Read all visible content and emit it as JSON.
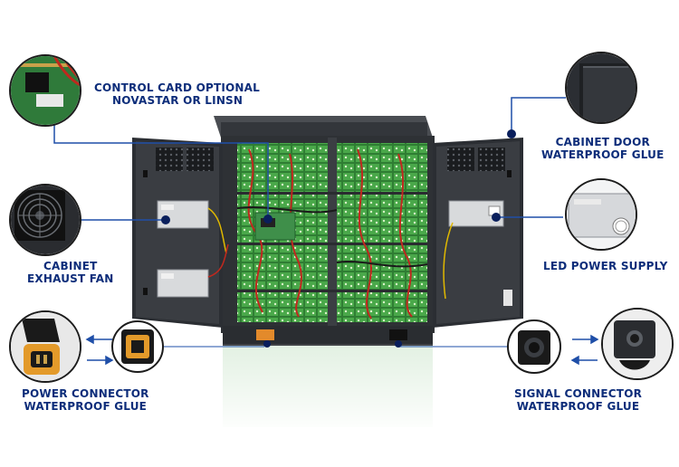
{
  "labels": {
    "control_card": {
      "line1": "CONTROL CARD OPTIONAL",
      "line2": "NOVASTAR OR LINSN"
    },
    "cabinet_door": {
      "line1": "CABINET DOOR",
      "line2": "WATERPROOF GLUE"
    },
    "exhaust_fan": {
      "line1": "CABINET",
      "line2": "EXHAUST FAN"
    },
    "led_power_supply": {
      "line1": "LED POWER SUPPLY"
    },
    "power_connector": {
      "line1": "POWER CONNECTOR",
      "line2": "WATERPROOF GLUE"
    },
    "signal_connector": {
      "line1": "SIGNAL CONNECTOR",
      "line2": "WATERPROOF GLUE"
    }
  },
  "colors": {
    "label_text": "#0d2d7a",
    "callout_line": "#1f4fa8",
    "dot": "#0a1f5c",
    "cabinet_frame": "#3a3d42",
    "door_panel": "#2b2e33",
    "led_module": "#3a8f3a",
    "wire_red": "#c0281e"
  }
}
